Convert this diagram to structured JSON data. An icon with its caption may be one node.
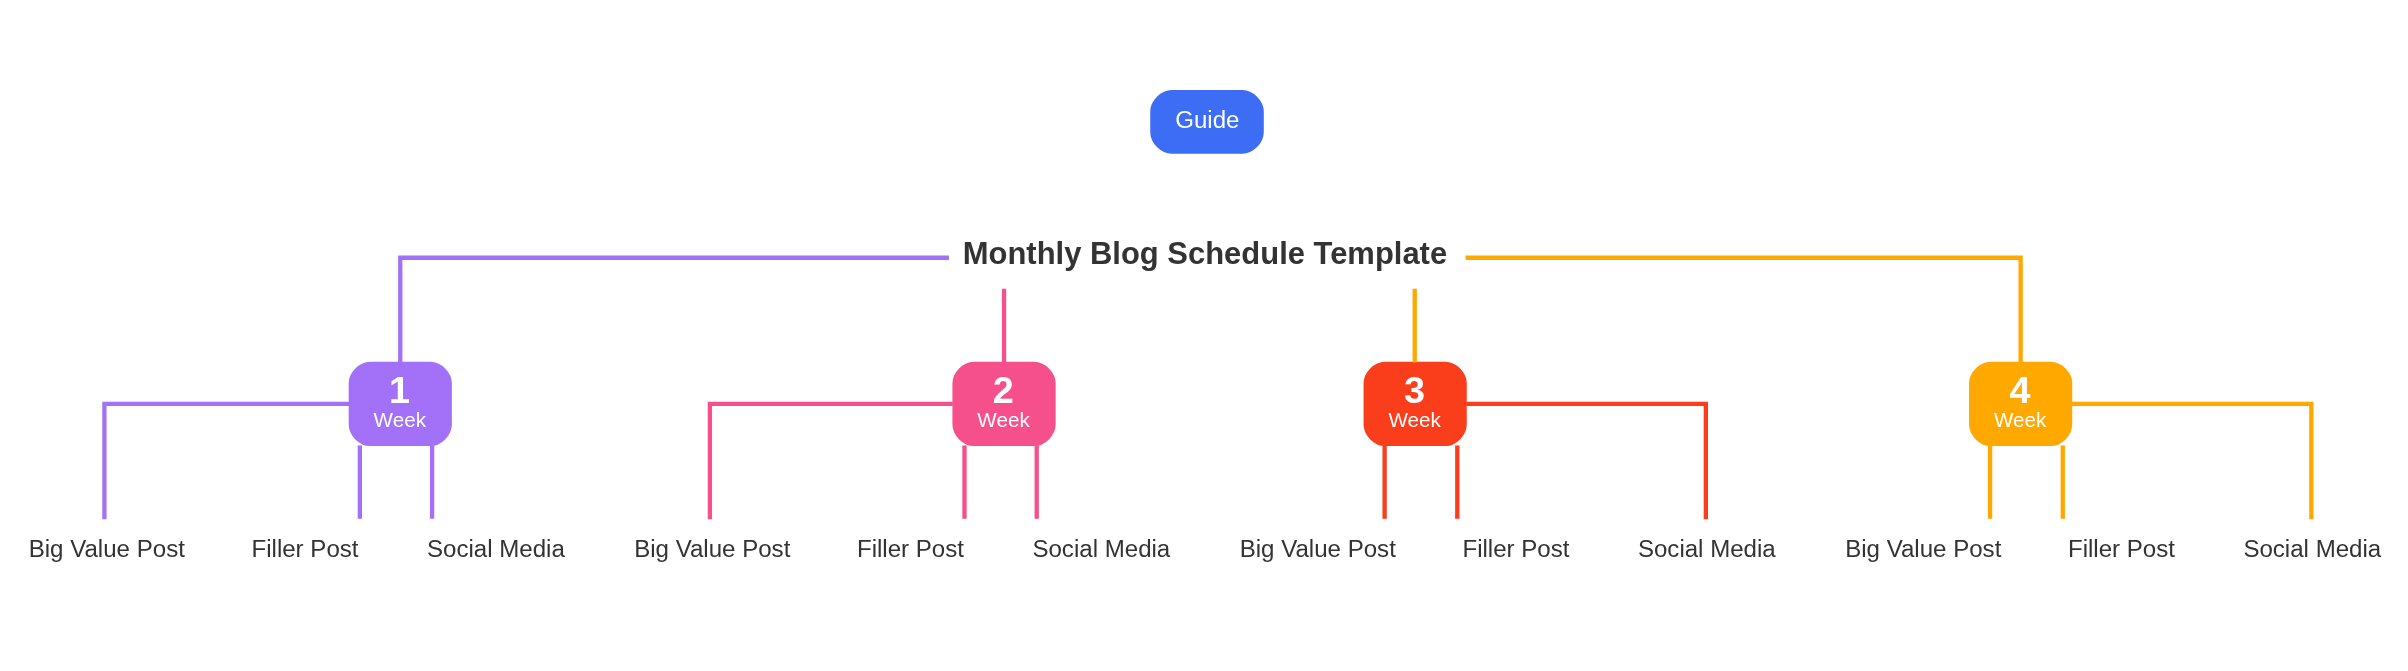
{
  "diagram": {
    "nodes": [
      {
        "text": [
          "Guide"
        ]
      },
      {
        "text": [
          "Monthly Blog Schedule Template"
        ]
      },
      {
        "text": [
          "1",
          "Week"
        ]
      },
      {
        "text": [
          "Big Value Post"
        ]
      },
      {
        "text": [
          "Filler Post"
        ]
      },
      {
        "text": [
          "Social Media"
        ]
      },
      {
        "text": [
          "2",
          "Week"
        ]
      },
      {
        "text": [
          "Big Value Post"
        ]
      },
      {
        "text": [
          "Filler Post"
        ]
      },
      {
        "text": [
          "Social Media"
        ]
      },
      {
        "text": [
          "3",
          "Week"
        ]
      },
      {
        "text": [
          "Big Value Post"
        ]
      },
      {
        "text": [
          "Filler Post"
        ]
      },
      {
        "text": [
          "Social Media"
        ]
      },
      {
        "text": [
          "4",
          "Week"
        ]
      },
      {
        "text": [
          "Big Value Post"
        ]
      },
      {
        "text": [
          "Filler Post"
        ]
      },
      {
        "text": [
          "Social Media"
        ]
      }
    ],
    "edges": [
      {
        "from": 1,
        "to": 2,
        "arrow": "none",
        "color": "#a371f7"
      },
      {
        "from": 1,
        "to": 6,
        "arrow": "none",
        "color": "#f5508c"
      },
      {
        "from": 1,
        "to": 10,
        "arrow": "none",
        "color": "#ffa800"
      },
      {
        "from": 1,
        "to": 14,
        "arrow": "none",
        "color": "#ffa800"
      },
      {
        "from": 2,
        "to": 3,
        "arrow": "none",
        "color": "#a371f7"
      },
      {
        "from": 2,
        "to": 4,
        "arrow": "none",
        "color": "#a371f7"
      },
      {
        "from": 2,
        "to": 5,
        "arrow": "none",
        "color": "#a371f7"
      },
      {
        "from": 6,
        "to": 7,
        "arrow": "none",
        "color": "#f5508c"
      },
      {
        "from": 6,
        "to": 8,
        "arrow": "none",
        "color": "#f5508c"
      },
      {
        "from": 6,
        "to": 9,
        "arrow": "none",
        "color": "#f5508c"
      },
      {
        "from": 10,
        "to": 11,
        "arrow": "none",
        "color": "#fa3d1b"
      },
      {
        "from": 10,
        "to": 12,
        "arrow": "none",
        "color": "#fa3d1b"
      },
      {
        "from": 10,
        "to": 13,
        "arrow": "none",
        "color": "#fa3d1b"
      },
      {
        "from": 14,
        "to": 15,
        "arrow": "none",
        "color": "#ffa800"
      },
      {
        "from": 14,
        "to": 16,
        "arrow": "none",
        "color": "#ffa800"
      },
      {
        "from": 14,
        "to": 17,
        "arrow": "none",
        "color": "#ffa800"
      }
    ]
  }
}
